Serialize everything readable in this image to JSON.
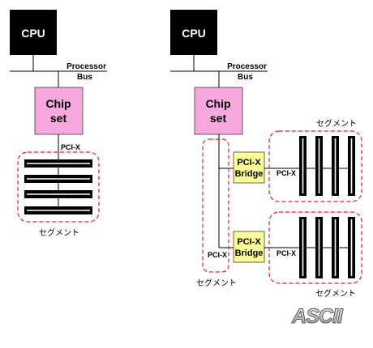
{
  "colors": {
    "cpu_fill": "#000000",
    "chipset_fill": "#f7a8df",
    "bridge_fill": "#ffff99",
    "segment_outline": "#e8202a",
    "line": "#000000",
    "slot_fill": "#000000",
    "slot_stripe": "#ffffff"
  },
  "labels": {
    "cpu": "CPU",
    "processor": "Processor",
    "bus": "Bus",
    "chip": "Chip",
    "set": "set",
    "pcix": "PCI-X",
    "pcix_side": "PCI-X",
    "bridge_line1": "PCI-X",
    "bridge_line2": "Bridge",
    "segment": "セグメント",
    "watermark": "ASCII"
  }
}
